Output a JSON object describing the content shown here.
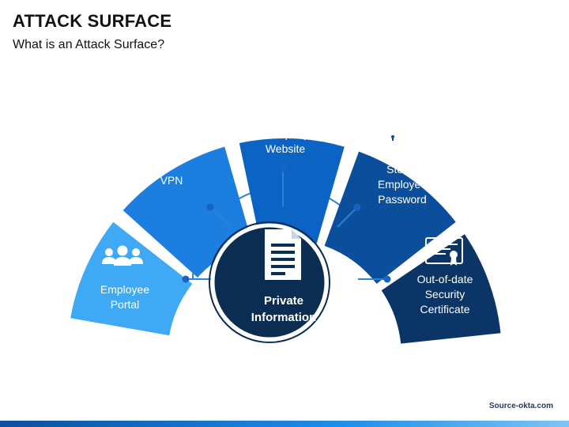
{
  "header": {
    "title": "ATTACK SURFACE",
    "subtitle": "What is an Attack Surface?"
  },
  "center": {
    "line1": "Private",
    "line2": "Information",
    "icon": "document-icon",
    "color": "#0b2d52"
  },
  "segments": [
    {
      "id": "employee-portal",
      "lines": [
        "Employee",
        "Portal"
      ],
      "icon": "people-icon",
      "color": "#3fa9f5"
    },
    {
      "id": "vpn",
      "lines": [
        "VPN"
      ],
      "icon": "vpn-shield-icon",
      "color": "#1c7fe0"
    },
    {
      "id": "company-website",
      "lines": [
        "Company",
        "Website"
      ],
      "icon": "monitor-globe-icon",
      "color": "#0b63c4"
    },
    {
      "id": "stolen-password",
      "lines": [
        "Stolen",
        "Employee",
        "Password"
      ],
      "icon": "lock-password-icon",
      "color": "#0b4f9c"
    },
    {
      "id": "certificate",
      "lines": [
        "Out-of-date",
        "Security",
        "Certificate"
      ],
      "icon": "certificate-icon",
      "color": "#0a3566"
    }
  ],
  "vpn_icon_text": "VPN",
  "password_mask": "***_",
  "source": "Source-okta.com"
}
